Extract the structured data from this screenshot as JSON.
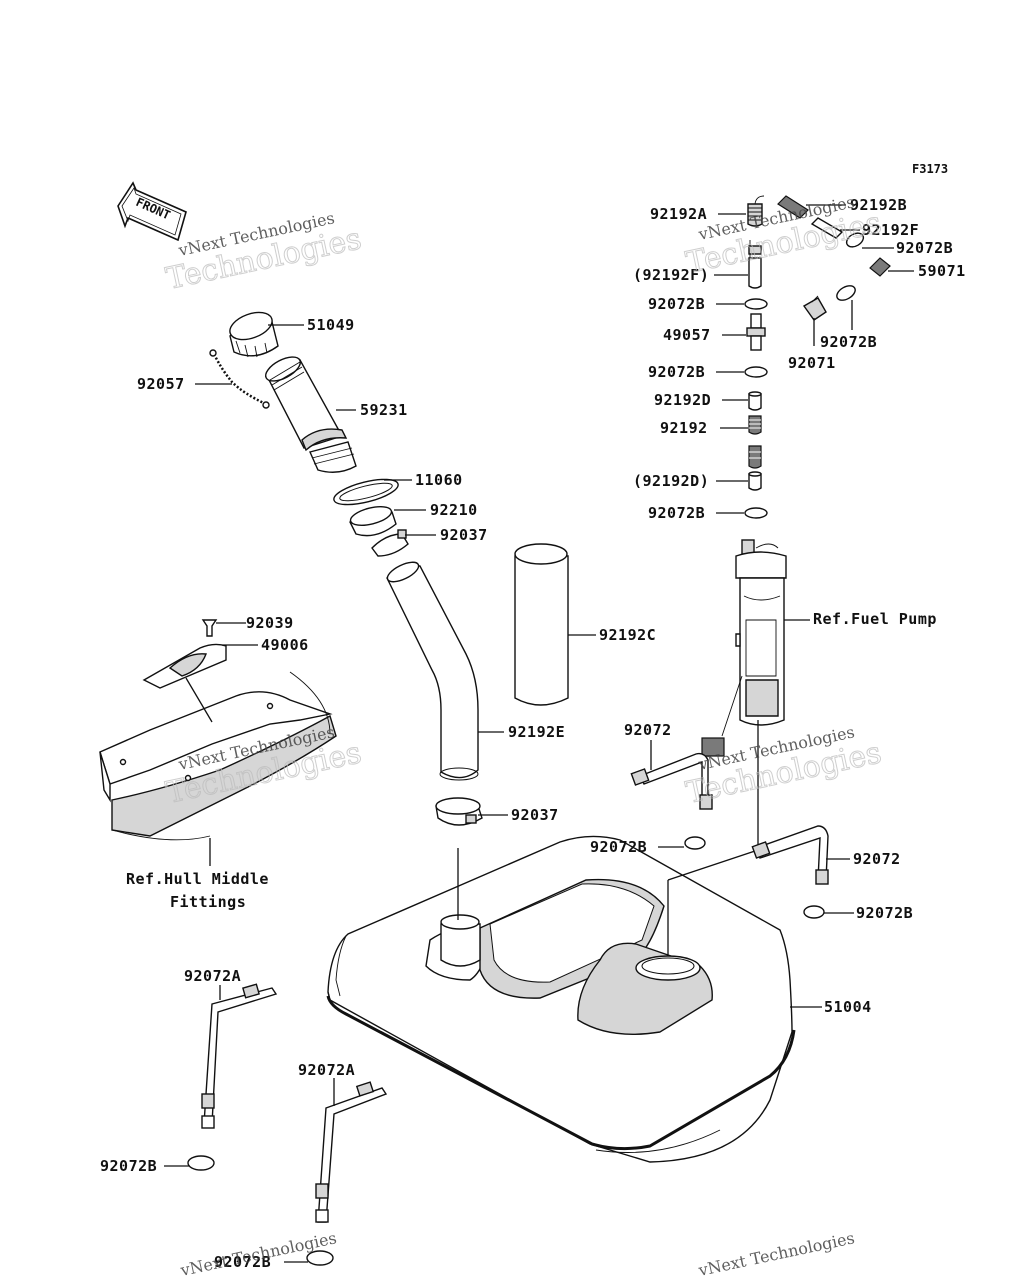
{
  "figure_code": "F3173",
  "front_label": "FRONT",
  "watermark": {
    "line1": "vNext Technologies",
    "line2": "Technologies"
  },
  "labels": {
    "p51049": "51049",
    "p92057": "92057",
    "p59231": "59231",
    "p11060": "11060",
    "p92210": "92210",
    "p92037_upper": "92037",
    "p92039": "92039",
    "p49006": "49006",
    "p92192C": "92192C",
    "p92192E": "92192E",
    "p92037_lower": "92037",
    "ref_hull_1": "Ref.Hull Middle",
    "ref_hull_2": "Fittings",
    "p92192A": "92192A",
    "p92192B": "92192B",
    "p92192F": "92192F",
    "p92072B_top": "92072B",
    "p59071": "59071",
    "p92192F_paren": "(92192F)",
    "p92072B_2": "92072B",
    "p49057": "49057",
    "p92071": "92071",
    "p92072B_r": "92072B",
    "p92072B_3": "92072B",
    "p92192D": "92192D",
    "p92192": "92192",
    "p92192D_paren": "(92192D)",
    "p92072B_4": "92072B",
    "ref_fuel_pump": "Ref.Fuel Pump",
    "p92072_a": "92072",
    "p92072B_5": "92072B",
    "p92072_b": "92072",
    "p92072B_6": "92072B",
    "p51004": "51004",
    "p92072A_1": "92072A",
    "p92072A_2": "92072A",
    "p92072B_7": "92072B",
    "p92072B_8": "92072B"
  }
}
